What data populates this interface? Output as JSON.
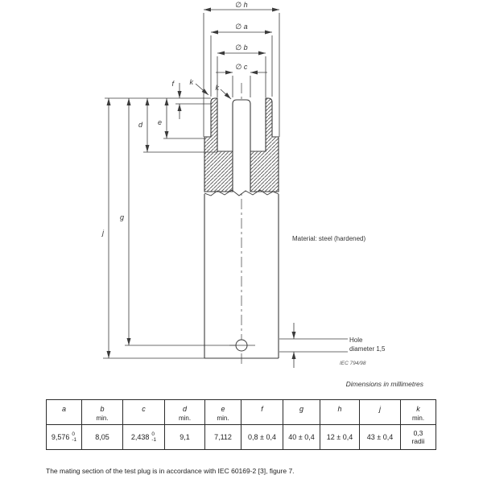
{
  "diagram": {
    "dim_labels": {
      "h": "∅ h",
      "a": "∅ a",
      "b": "∅ b",
      "c": "∅ c",
      "d": "d",
      "e": "e",
      "f": "f",
      "g": "g",
      "j": "j",
      "k1": "k",
      "k2": "k"
    },
    "material_note": "Material: steel (hardened)",
    "hole_note_line1": "Hole",
    "hole_note_line2": "diameter 1,5",
    "figure_ref": "IEC  794/98",
    "line_color": "#3b3b3b"
  },
  "units_note": "Dimensions in millimetres",
  "table": {
    "columns": [
      {
        "letter": "a",
        "qualifier": ""
      },
      {
        "letter": "b",
        "qualifier": "min."
      },
      {
        "letter": "c",
        "qualifier": ""
      },
      {
        "letter": "d",
        "qualifier": "min."
      },
      {
        "letter": "e",
        "qualifier": "min."
      },
      {
        "letter": "f",
        "qualifier": ""
      },
      {
        "letter": "g",
        "qualifier": ""
      },
      {
        "letter": "h",
        "qualifier": ""
      },
      {
        "letter": "j",
        "qualifier": ""
      },
      {
        "letter": "k",
        "qualifier": "min."
      }
    ],
    "values": [
      {
        "main": "9,576",
        "tol_top": "0",
        "tol_bottom": "-1"
      },
      {
        "main": "8,05",
        "tol_top": "",
        "tol_bottom": ""
      },
      {
        "main": "2,438",
        "tol_top": "0",
        "tol_bottom": "-1"
      },
      {
        "main": "9,1",
        "tol_top": "",
        "tol_bottom": ""
      },
      {
        "main": "7,112",
        "tol_top": "",
        "tol_bottom": ""
      },
      {
        "main": "0,8 ± 0,4",
        "tol_top": "",
        "tol_bottom": ""
      },
      {
        "main": "40 ± 0,4",
        "tol_top": "",
        "tol_bottom": ""
      },
      {
        "main": "12 ± 0,4",
        "tol_top": "",
        "tol_bottom": ""
      },
      {
        "main": "43 ± 0,4",
        "tol_top": "",
        "tol_bottom": ""
      },
      {
        "main": "0,3",
        "sub": "radii",
        "tol_top": "",
        "tol_bottom": ""
      }
    ]
  },
  "caption": "The mating section of the test plug is in accordance with IEC 60169-2 [3], figure 7."
}
